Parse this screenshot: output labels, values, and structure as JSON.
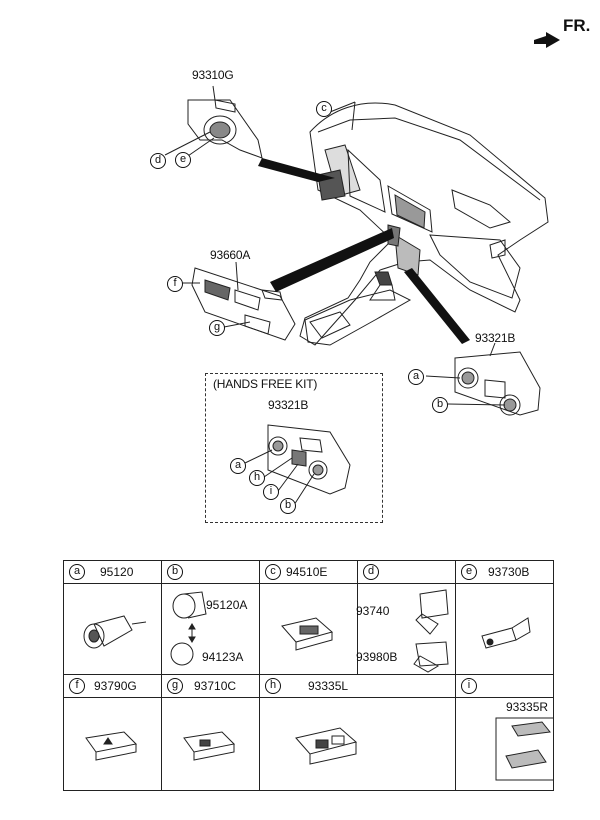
{
  "direction_label": "FR.",
  "callouts": {
    "top_cover": "93310G",
    "switch_panel": "93660A",
    "right_panel": "93321B",
    "hands_free_title": "(HANDS FREE KIT)",
    "hands_free_part": "93321B"
  },
  "circle_letters": {
    "a": "a",
    "b": "b",
    "c": "c",
    "d": "d",
    "e": "e",
    "f": "f",
    "g": "g",
    "h": "h",
    "i": "i"
  },
  "parts_table": {
    "row1": [
      {
        "letter": "a",
        "part": "95120"
      },
      {
        "letter": "b",
        "part": "",
        "sub_parts": [
          "95120A",
          "94123A"
        ]
      },
      {
        "letter": "c",
        "part": "94510E"
      },
      {
        "letter": "d",
        "part": "",
        "sub_parts": [
          "93740",
          "93980B"
        ]
      },
      {
        "letter": "e",
        "part": "93730B"
      }
    ],
    "row2": [
      {
        "letter": "f",
        "part": "93790G"
      },
      {
        "letter": "g",
        "part": "93710C"
      },
      {
        "letter": "h",
        "part": "93335L"
      },
      {
        "letter": "i",
        "part": "",
        "sub_parts": [
          "93335R"
        ]
      }
    ]
  }
}
